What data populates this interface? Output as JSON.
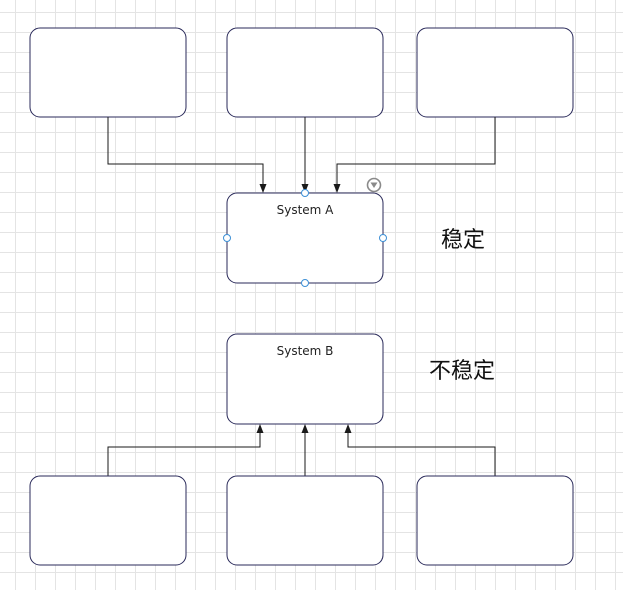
{
  "diagram": {
    "upper_group": {
      "target": {
        "title": "System A",
        "selected": true
      },
      "sources": [
        {},
        {},
        {}
      ],
      "arrow_direction": "sources-to-target",
      "side_label": "稳定"
    },
    "lower_group": {
      "target": {
        "title": "System B",
        "selected": false
      },
      "sources": [
        {},
        {},
        {}
      ],
      "arrow_direction": "sources-to-target",
      "side_label": "不稳定"
    },
    "colors": {
      "box_border": "#2a2a5a",
      "connector": "#1a1a1a",
      "selection_handle": "#3c8fd6",
      "grid": "#e4e4e4"
    },
    "icons": [
      "selection-handle",
      "dropdown-icon"
    ]
  }
}
